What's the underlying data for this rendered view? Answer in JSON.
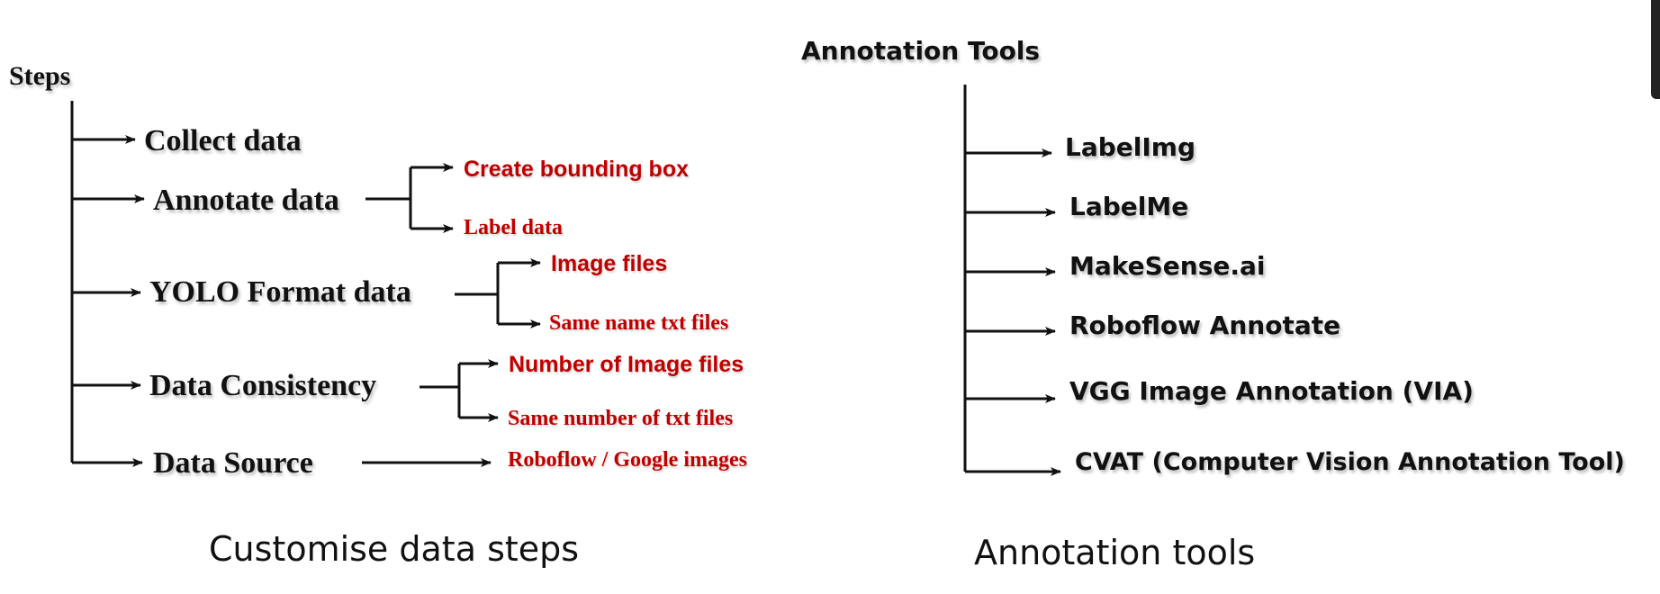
{
  "left_diagram": {
    "root": "Steps",
    "steps": [
      {
        "label": "Collect data",
        "children": []
      },
      {
        "label": "Annotate data",
        "children": [
          "Create bounding box",
          "Label data"
        ]
      },
      {
        "label": "YOLO Format data",
        "children": [
          "Image files",
          "Same name txt files"
        ]
      },
      {
        "label": "Data Consistency",
        "children": [
          "Number of Image files",
          "Same number of txt files"
        ]
      },
      {
        "label": "Data Source",
        "children": [
          "Roboflow / Google images"
        ]
      }
    ],
    "caption": "Customise data steps"
  },
  "right_diagram": {
    "root": "Annotation Tools",
    "tools": [
      "LabelImg",
      "LabelMe",
      "MakeSense.ai",
      "Roboflow Annotate",
      "VGG Image Annotation (VIA)",
      "CVAT (Computer Vision Annotation Tool)"
    ],
    "caption": "Annotation tools"
  },
  "colors": {
    "text": "#111111",
    "accent_red": "#c00000",
    "background": "#ffffff"
  }
}
